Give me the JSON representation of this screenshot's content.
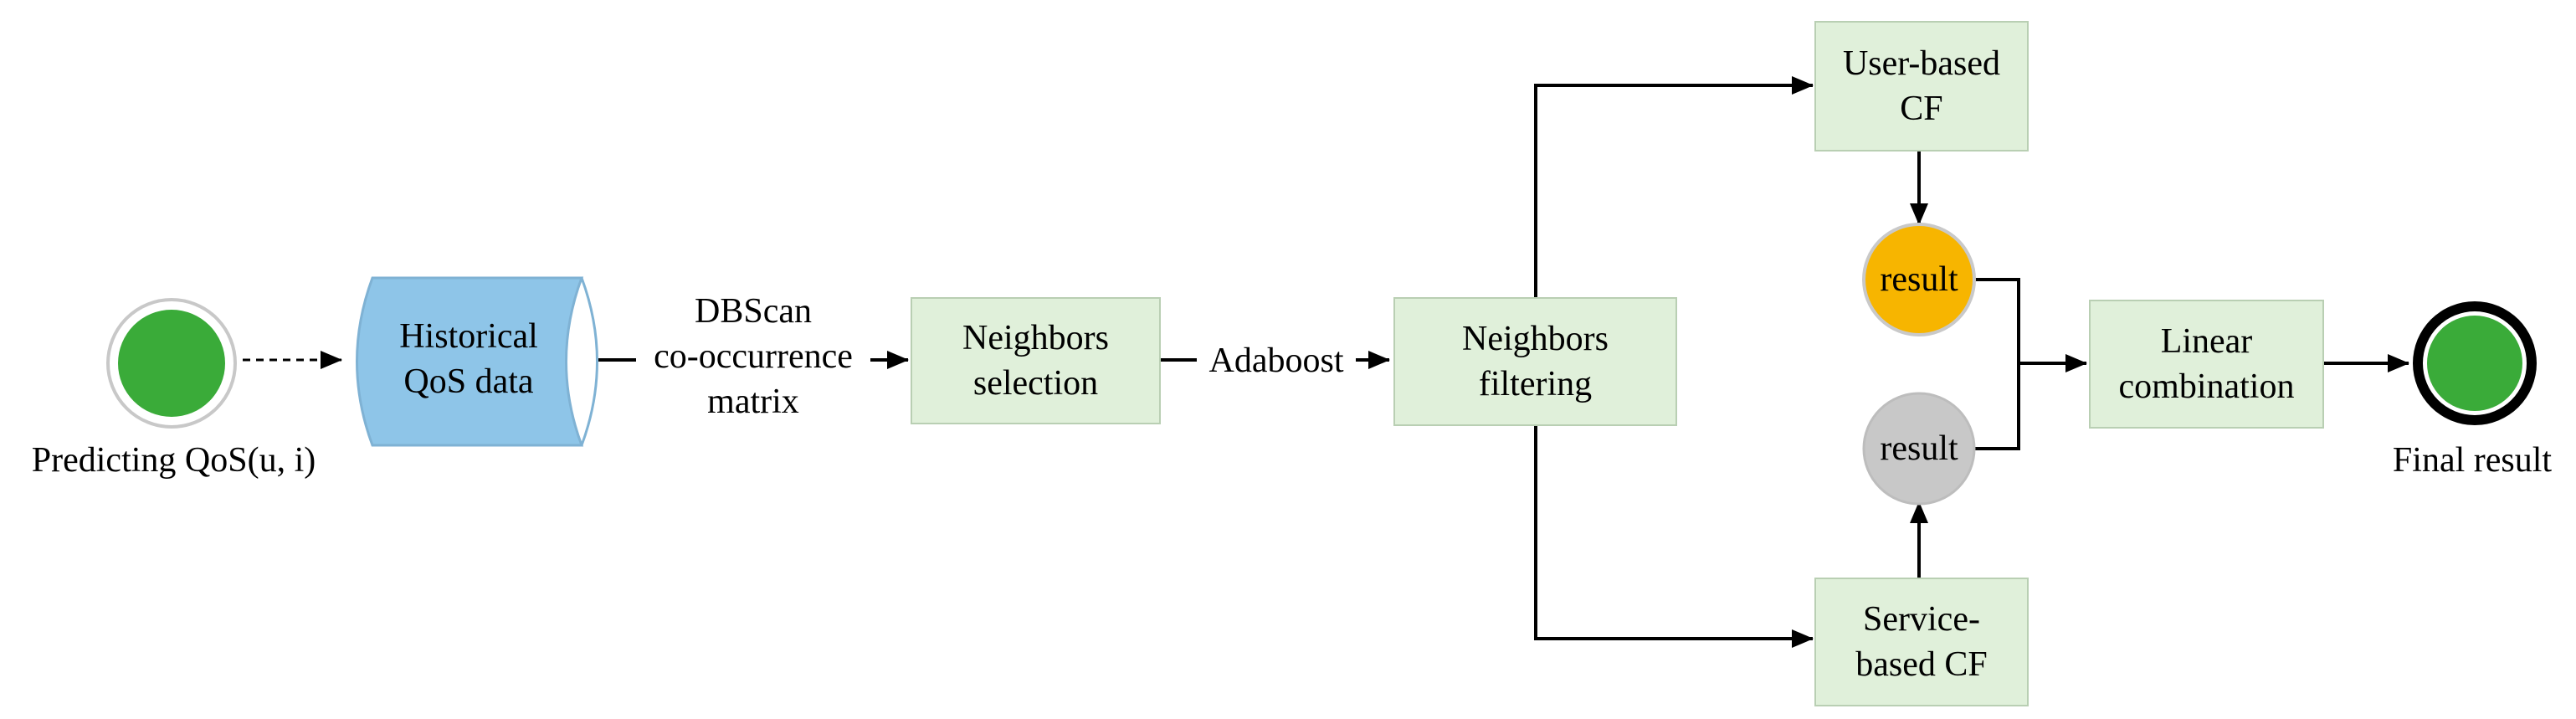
{
  "start": {
    "label": "Predicting QoS(u, i)",
    "color": "#3aab39"
  },
  "end": {
    "label": "Final result",
    "color": "#3aab39"
  },
  "database": {
    "line1": "Historical",
    "line2": "QoS data",
    "color": "#8ec5e8"
  },
  "edge_labels": {
    "dbscan_line1": "DBScan",
    "dbscan_line2": "co-occurrence",
    "dbscan_line3": "matrix",
    "adaboost": "Adaboost"
  },
  "boxes": {
    "neighbors_selection": {
      "line1": "Neighbors",
      "line2": "selection"
    },
    "neighbors_filtering": {
      "line1": "Neighbors",
      "line2": "filtering"
    },
    "user_cf": {
      "line1": "User-based",
      "line2": "CF"
    },
    "service_cf": {
      "line1": "Service-",
      "line2": "based CF"
    },
    "linear": {
      "line1": "Linear",
      "line2": "combination"
    }
  },
  "results": {
    "user_result": {
      "label": "result",
      "color": "#f7b500"
    },
    "service_result": {
      "label": "result",
      "color": "#c8c8c8"
    }
  },
  "colors": {
    "box_fill": "#e0f0da",
    "box_border": "#b9cfb3"
  }
}
